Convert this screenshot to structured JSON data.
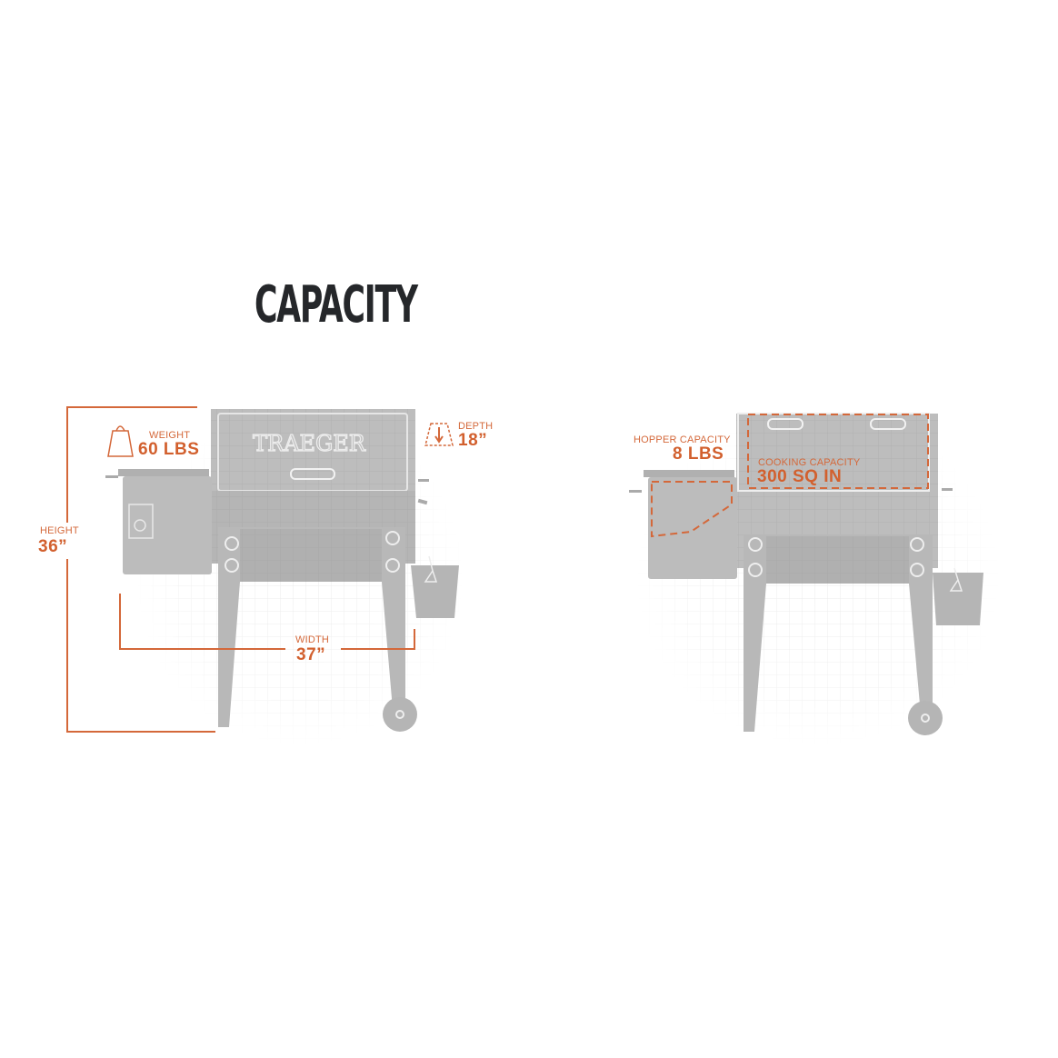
{
  "title": "CAPACITY",
  "colors": {
    "accent": "#d4683a",
    "grill": "#b9b9b9",
    "title": "#25272a",
    "grid": "#e6e6e6"
  },
  "left_diagram": {
    "brand": "TRAEGER",
    "weight": {
      "label": "WEIGHT",
      "value": "60 LBS",
      "icon": "weight-icon"
    },
    "depth": {
      "label": "DEPTH",
      "value": "18”",
      "icon": "depth-icon"
    },
    "height": {
      "label": "HEIGHT",
      "value": "36”"
    },
    "width": {
      "label": "WIDTH",
      "value": "37”"
    }
  },
  "right_diagram": {
    "hopper": {
      "label": "HOPPER CAPACITY",
      "value": "8 LBS"
    },
    "cooking": {
      "label": "COOKING CAPACITY",
      "value": "300 SQ IN"
    }
  }
}
